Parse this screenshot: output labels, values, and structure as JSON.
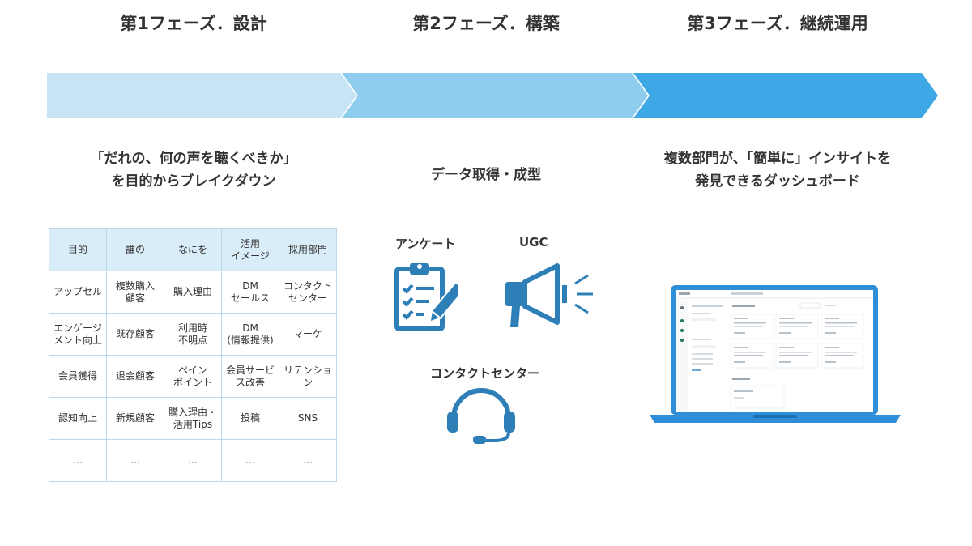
{
  "phases": [
    {
      "label": "第1フェーズ．設計",
      "color": "#c6e4f4"
    },
    {
      "label": "第2フェーズ．構築",
      "color": "#8fcdef"
    },
    {
      "label": "第3フェーズ．継続運用",
      "color": "#3da8e5"
    }
  ],
  "phase1": {
    "desc_line1": "「だれの、何の声を聴くべきか」",
    "desc_line2": "を目的からブレイクダウン",
    "table": {
      "headers": [
        "目的",
        "誰の",
        "なにを",
        "活用\nイメージ",
        "採用部門"
      ],
      "rows": [
        [
          "アップセル",
          "複数購入\n顧客",
          "購入理由",
          "DM\nセールス",
          "コンタクト\nセンター"
        ],
        [
          "エンゲージ\nメント向上",
          "既存顧客",
          "利用時\n不明点",
          "DM\n(情報提供)",
          "マーケ"
        ],
        [
          "会員獲得",
          "退会顧客",
          "ペイン\nポイント",
          "会員サービ\nス改善",
          "リテンショ\nン"
        ],
        [
          "認知向上",
          "新規顧客",
          "購入理由・\n活用Tips",
          "投稿",
          "SNS"
        ],
        [
          "…",
          "…",
          "…",
          "…",
          "…"
        ]
      ]
    }
  },
  "phase2": {
    "desc": "データ取得・成型",
    "sources": [
      {
        "label": "アンケート",
        "icon": "clipboard-checklist-icon"
      },
      {
        "label": "UGC",
        "icon": "megaphone-icon"
      },
      {
        "label": "コンタクトセンター",
        "icon": "headset-icon"
      }
    ],
    "icon_color": "#2e7fb8"
  },
  "phase3": {
    "desc_line1": "複数部門が、「簡単に」インサイトを",
    "desc_line2": "発見できるダッシュボード",
    "laptop_color": "#2e8fd8"
  }
}
